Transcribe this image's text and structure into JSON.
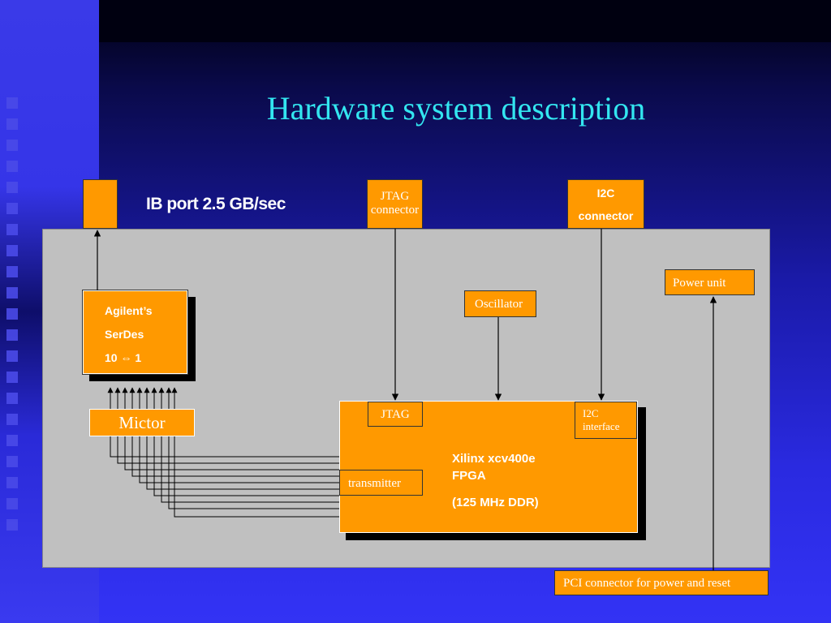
{
  "slide": {
    "title": "Hardware system description"
  },
  "ib_port": {
    "label": "IB port 2.5 GB/sec"
  },
  "jtag_connector": {
    "line1": "JTAG",
    "line2": "connector"
  },
  "i2c_connector": {
    "line1": "I2C",
    "line2": "connector"
  },
  "power_unit": {
    "label": "Power unit"
  },
  "serdes": {
    "line1": "Agilent’s",
    "line2": "SerDes",
    "line3": "10 ⇔ 1"
  },
  "oscillator": {
    "label": "Oscillator"
  },
  "mictor": {
    "label": "Mictor"
  },
  "fpga": {
    "jtag_label": "JTAG",
    "i2c_line1": "I2C",
    "i2c_line2": "interface",
    "transmitter_label": "transmitter",
    "line1": "Xilinx xcv400e",
    "line2": "FPGA",
    "line3": "(125 MHz DDR)"
  },
  "pci": {
    "label": "PCI connector for power and reset"
  },
  "colors": {
    "board": "#c0c0c0",
    "component": "#ff9900",
    "title": "#33e6f0"
  }
}
